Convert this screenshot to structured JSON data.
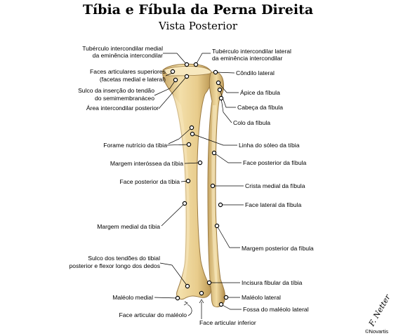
{
  "title": "Tíbia e Fíbula da Perna Direita",
  "subtitle": "Vista Posterior",
  "labels": {
    "tuberculo_medial_1": "Tubérculo intercondilar medial",
    "tuberculo_medial_2": "da eminência intercondilar",
    "tuberculo_lateral_1": "Tubérculo intercondilar lateral",
    "tuberculo_lateral_2": "da eminência intercondilar",
    "faces_articulares_1": "Faces articulares superiores",
    "faces_articulares_2": "(facetas medial e lateral)",
    "condilo_lateral": "Côndilo lateral",
    "sulco_semimembranaceo_1": "Sulco da inserção do tendão",
    "sulco_semimembranaceo_2": "do semimembranáceo",
    "apice_fibula": "Ápice da fíbula",
    "area_intercondilar": "Área intercondilar posterior",
    "cabeca_fibula": "Cabeça da fíbula",
    "colo_fibula": "Colo da fíbula",
    "forame_nutricio": "Forame nutrício da tíbia",
    "linha_soleo": "Linha do sóleo da tíbia",
    "margem_interossea": "Margem interóssea da tíbia",
    "face_posterior_fibula": "Face posterior da fíbula",
    "face_posterior_tibia": "Face posterior da tíbia",
    "crista_medial_fibula": "Crista medial da fíbula",
    "face_lateral_fibula": "Face lateral da fíbula",
    "margem_medial_tibia": "Margem medial da tíbia",
    "margem_posterior_fibula": "Margem posterior da fíbula",
    "sulco_tendoes_1": "Sulco dos tendões do tibial",
    "sulco_tendoes_2": "posterior e flexor longo dos dedos",
    "incisura_fibular": "Incisura fibular da tíbia",
    "maleolo_medial": "Maléolo medial",
    "maleolo_lateral": "Maléolo lateral",
    "fossa_maleolo_lateral": "Fossa do maléolo lateral",
    "face_articular_maleolo": "Face articular do maléolo",
    "face_articular_inferior": "Face articular inferior"
  },
  "signature": "F. Netter",
  "copyright": "©Novartis",
  "colors": {
    "bone": "#ecd49a",
    "bone_shadow": "#c9a868",
    "bone_highlight": "#f7e8bf",
    "outline": "#9b7a42"
  }
}
